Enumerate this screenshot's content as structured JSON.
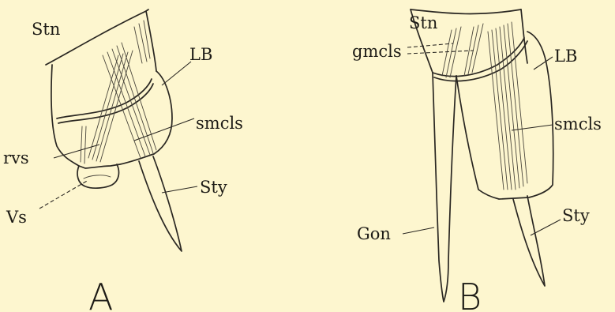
{
  "figure_a": {
    "panel_label": "A",
    "labels": {
      "stn": "Stn",
      "lb": "LB",
      "smcls": "smcls",
      "rvs": "rvs",
      "vs": "Vs",
      "sty": "Sty"
    }
  },
  "figure_b": {
    "panel_label": "B",
    "labels": {
      "stn": "Stn",
      "gmcls": "gmcls",
      "lb": "LB",
      "smcls": "smcls",
      "gon": "Gon",
      "sty": "Sty"
    }
  },
  "colors": {
    "background": "#fdf6cf",
    "ink": "#2a2722"
  }
}
